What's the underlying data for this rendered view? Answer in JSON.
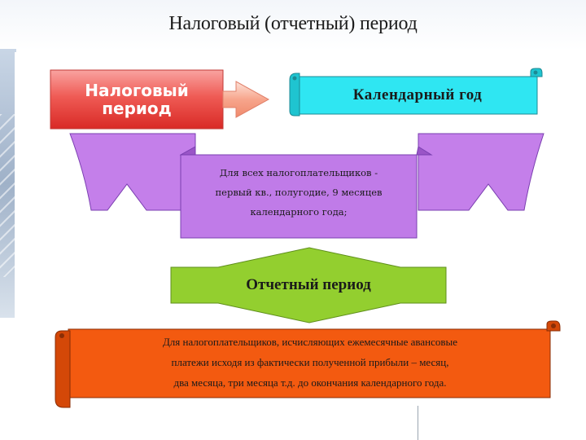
{
  "title": "Налоговый (отчетный) период",
  "tax_period": {
    "label": "Налоговый\nпериод"
  },
  "calendar_year": {
    "label": "Календарный   год"
  },
  "all_taxpayers": {
    "text": "Для всех налогоплательщиков  -\nпервый кв., полугодие, 9 месяцев\nкалендарного года;"
  },
  "reporting_period": {
    "label": "Отчетный период"
  },
  "advance_payers": {
    "text": "Для налогоплательщиков, исчисляющих ежемесячные авансовые\nплатежи исходя из фактически полученной прибыли – месяц,\nдва месяца, три месяца т.д. до окончания календарного года."
  },
  "colors": {
    "red_box": "#e8413c",
    "arrow": "#f6a38a",
    "cyan_scroll": "#29e6f2",
    "purple_ribbon": "#c07be8",
    "green_arrow": "#8fcc2e",
    "orange_scroll": "#f25a0f"
  }
}
